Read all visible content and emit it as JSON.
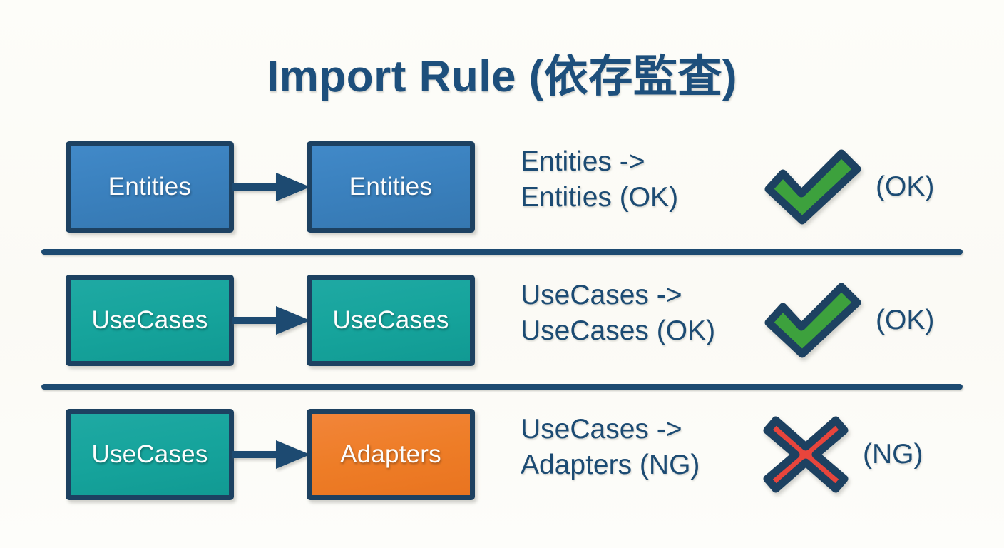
{
  "title": "Import Rule (依存監査)",
  "colors": {
    "background": "#fbfbf7",
    "navy": "#1d4161",
    "text_navy": "#1c4b73",
    "blue_box": "#3a80bd",
    "teal_box": "#16a49c",
    "orange_box": "#ee7d27",
    "ok_green": "#3da13d",
    "ng_red": "#e8453c",
    "divider": "#1d4a71"
  },
  "rows": [
    {
      "source_label": "Entities",
      "source_color": "blue",
      "target_label": "Entities",
      "target_color": "blue",
      "arrow_icon": "arrow-right-icon",
      "rule_text": "Entities ->\nEntities (OK)",
      "verdict_icon": "check-icon",
      "verdict_label": "(OK)",
      "verdict_status": "OK"
    },
    {
      "source_label": "UseCases",
      "source_color": "teal",
      "target_label": "UseCases",
      "target_color": "teal",
      "arrow_icon": "arrow-right-icon",
      "rule_text": "UseCases ->\nUseCases (OK)",
      "verdict_icon": "check-icon",
      "verdict_label": "(OK)",
      "verdict_status": "OK"
    },
    {
      "source_label": "UseCases",
      "source_color": "teal",
      "target_label": "Adapters",
      "target_color": "orange",
      "arrow_icon": "arrow-right-icon",
      "rule_text": "UseCases ->\nAdapters (NG)",
      "verdict_icon": "cross-icon",
      "verdict_label": "(NG)",
      "verdict_status": "NG"
    }
  ]
}
